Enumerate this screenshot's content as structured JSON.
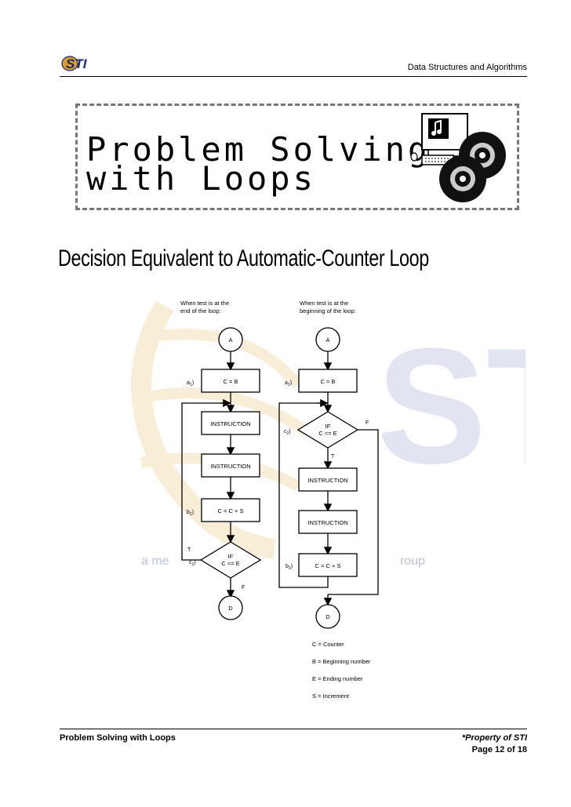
{
  "header": {
    "logo_text": "STI",
    "title": "Data Structures and Algorithms"
  },
  "title_box": {
    "line1": "Problem Solving",
    "line2": "with Loops"
  },
  "section_heading": "Decision Equivalent to Automatic-Counter Loop",
  "watermark": {
    "big_letters": "STI",
    "tagline_left": "a me",
    "tagline_right": "roup"
  },
  "diagram": {
    "left_heading_1": "When test is at the",
    "left_heading_2": "end of the loop:",
    "right_heading_1": "When test is at the",
    "right_heading_2": "beginning of the loop:",
    "connector_a": "A",
    "connector_d": "D",
    "cb": "C = B",
    "instruction": "INSTRUCTION",
    "ccs": "C = C + S",
    "if": "IF",
    "cond": "C <= E",
    "true_label": "T",
    "false_label": "F",
    "label_a1": "a",
    "label_b1": "b",
    "label_c1": "c",
    "label_a2": "a",
    "label_b2": "b",
    "label_c2": "c",
    "sub1": "1",
    "sub2": "2",
    "paren": ")",
    "legend": [
      "C = Counter",
      "B = Beginning number",
      "E = Ending number",
      "S = Increment"
    ]
  },
  "footer": {
    "left": "Problem Solving with Loops",
    "right_line1": "*Property of STI",
    "right_line2": "Page 12 of 18"
  }
}
